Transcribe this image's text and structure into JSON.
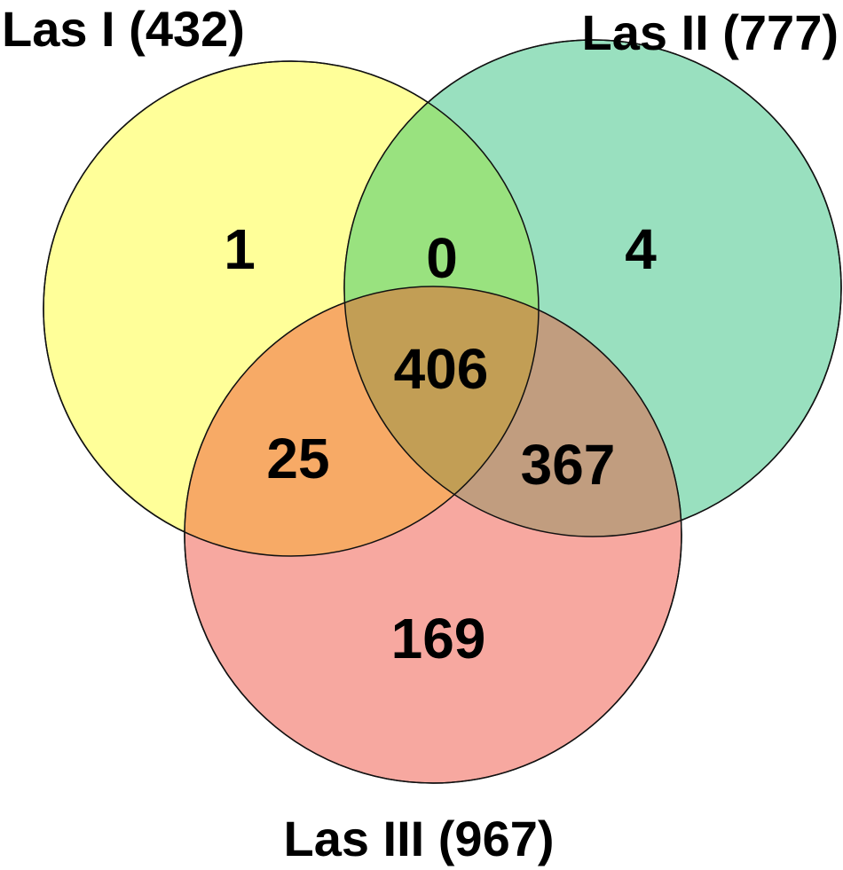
{
  "sets": [
    {
      "key": "A",
      "label": "Las I (432)",
      "color": "#ffff99"
    },
    {
      "key": "B",
      "label": "Las II (777)",
      "color": "#99e0bf"
    },
    {
      "key": "C",
      "label": "Las III (967)",
      "color": "#f7a8a0"
    }
  ],
  "regions": {
    "only_A": "1",
    "A_and_B": "0",
    "only_B": "4",
    "A_B_C": "406",
    "A_and_C": "25",
    "B_and_C": "367",
    "only_C": "169"
  },
  "region_colors": {
    "A_and_B": "#99e27f",
    "A_and_C": "#f7aa66",
    "B_and_C": "#c19d7f",
    "A_B_C": "#c29e55"
  }
}
